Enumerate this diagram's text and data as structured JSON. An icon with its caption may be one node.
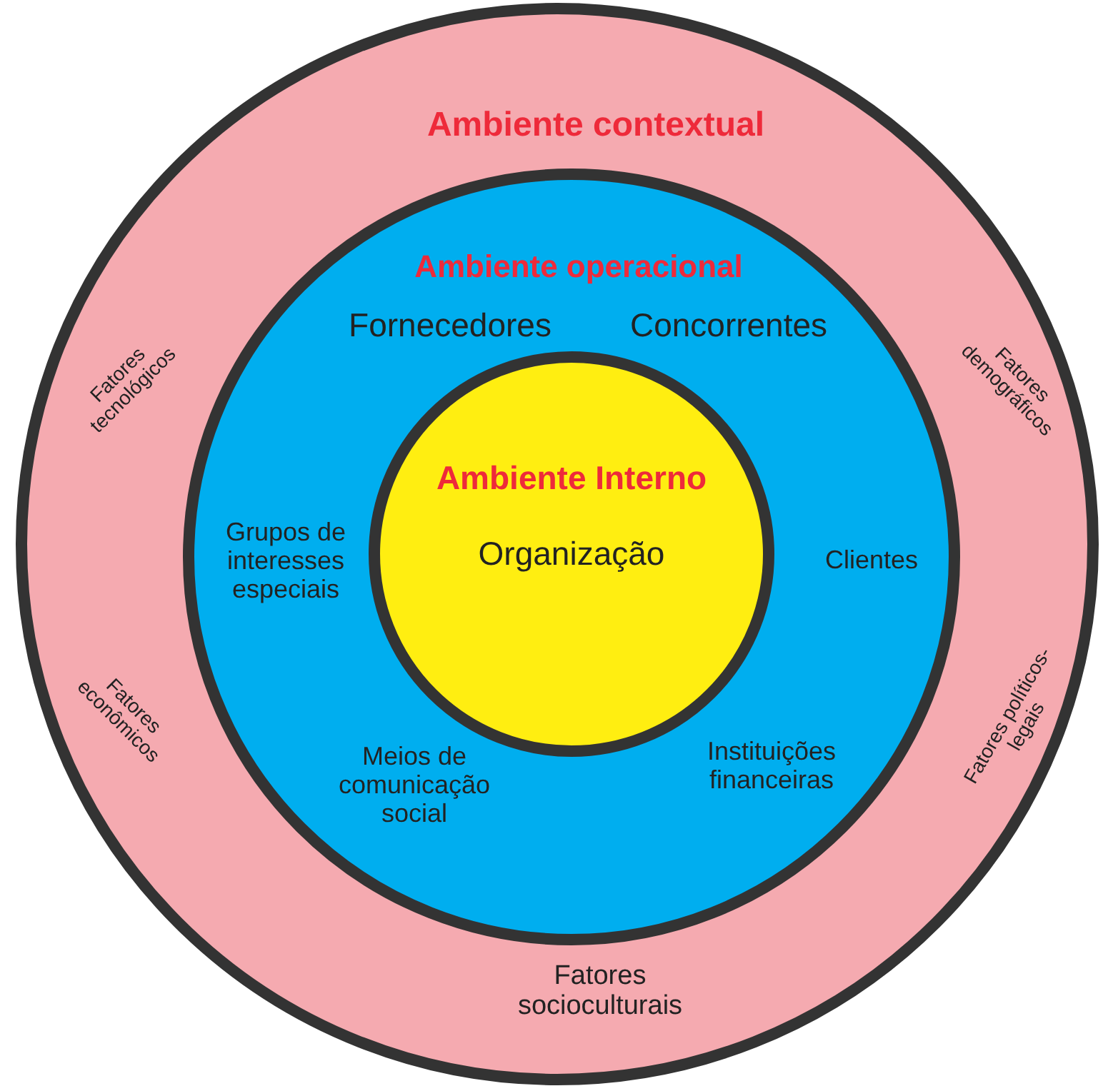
{
  "diagram": {
    "nodes": [
      {
        "text": [
          "Ambiente contextual",
          "Fatores tecnológicos",
          "Fatores demográficos",
          "Fatores econômicos",
          "Fatores políticos-legais",
          "Fatores socioculturais"
        ]
      },
      {
        "text": [
          "Ambiente operacional",
          "Fornecedores",
          "Concorrentes",
          "Grupos de interesses especiais",
          "Clientes",
          "Meios de comunicação social",
          "Instituições financeiras"
        ],
        "in": 0
      },
      {
        "text": [
          "Ambiente Interno",
          "Organização"
        ],
        "in": 1
      }
    ]
  }
}
